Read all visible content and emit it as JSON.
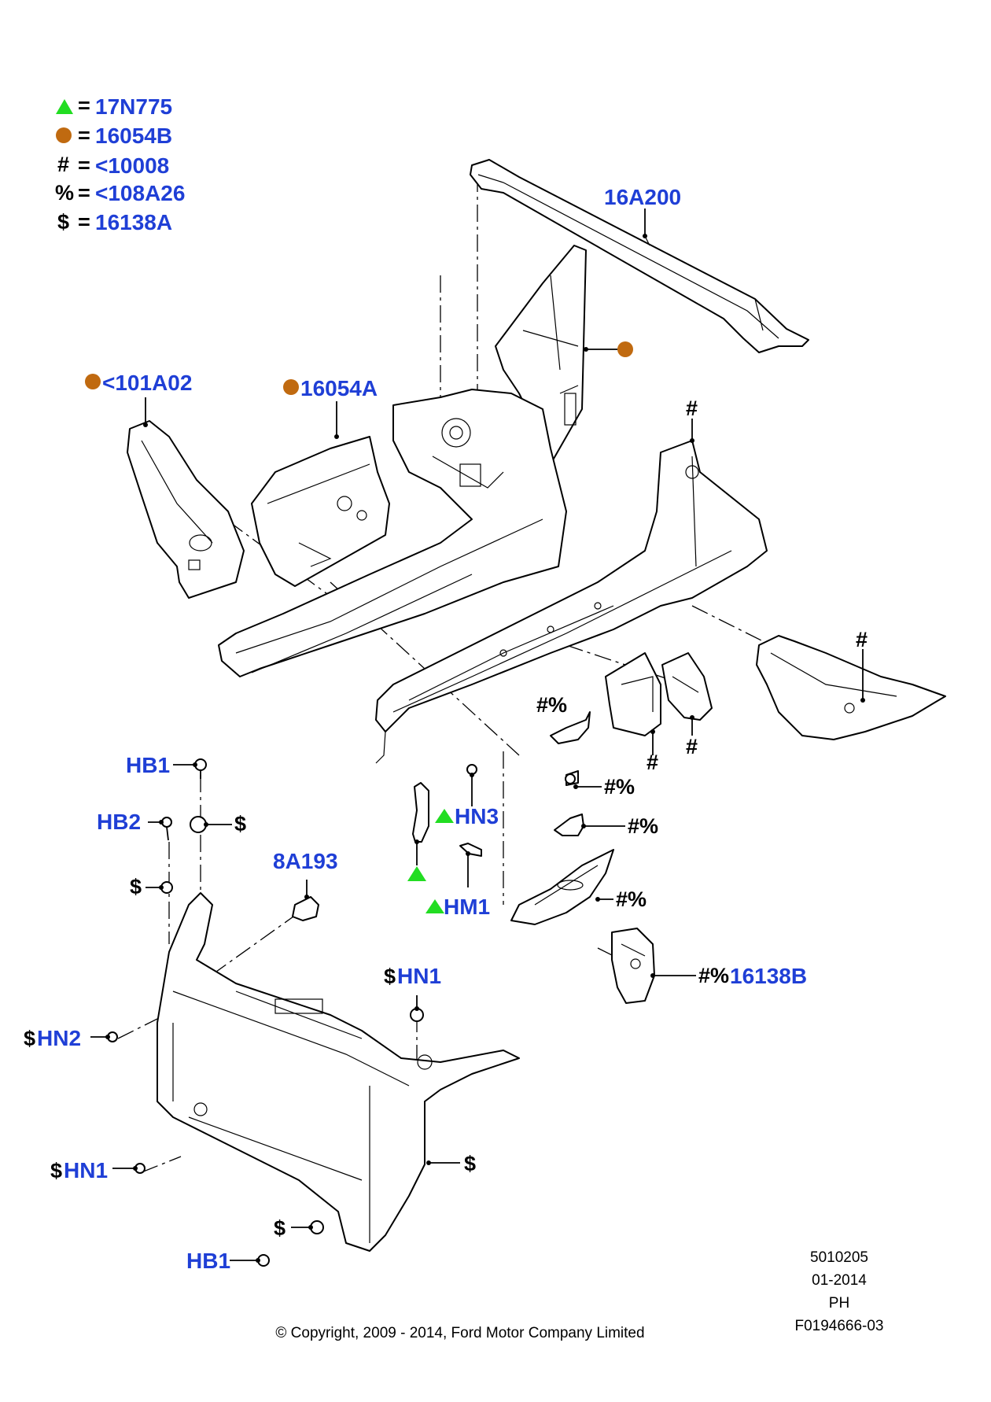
{
  "legend": [
    {
      "symbol": "",
      "equals": "=",
      "code": "17N775",
      "marker": "triangle"
    },
    {
      "symbol": "",
      "equals": "=",
      "code": "16054B",
      "marker": "circle"
    },
    {
      "symbol": "#",
      "equals": "=",
      "code": "<10008",
      "marker": "text"
    },
    {
      "symbol": "%",
      "equals": "=",
      "code": "<108A26",
      "marker": "text"
    },
    {
      "symbol": "$",
      "equals": "=",
      "code": "16138A",
      "marker": "text"
    }
  ],
  "labels": {
    "crossmember": "16A200",
    "apron_left": "<101A02",
    "shield": "16054A",
    "hb1_top": "HB1",
    "hb2": "HB2",
    "bracket_8a193": "8A193",
    "hn3": "HN3",
    "hm1": "HM1",
    "hn1_mid": "HN1",
    "hn2": "HN2",
    "hn1_low": "HN1",
    "hb1_bottom": "HB1",
    "part_16138b": "16138B"
  },
  "symbols": {
    "hash": "#",
    "dollar": "$",
    "hash_percent": "#%"
  },
  "footer": {
    "doc_number": "5010205",
    "date": "01-2014",
    "code": "PH",
    "figure": "F0194666-03",
    "copyright": "© Copyright, 2009 - 2014, Ford Motor Company Limited"
  },
  "colors": {
    "label_blue": "#1f3fd6",
    "triangle_green": "#22dd22",
    "circle_orange": "#c06a10",
    "line_black": "#000000"
  }
}
